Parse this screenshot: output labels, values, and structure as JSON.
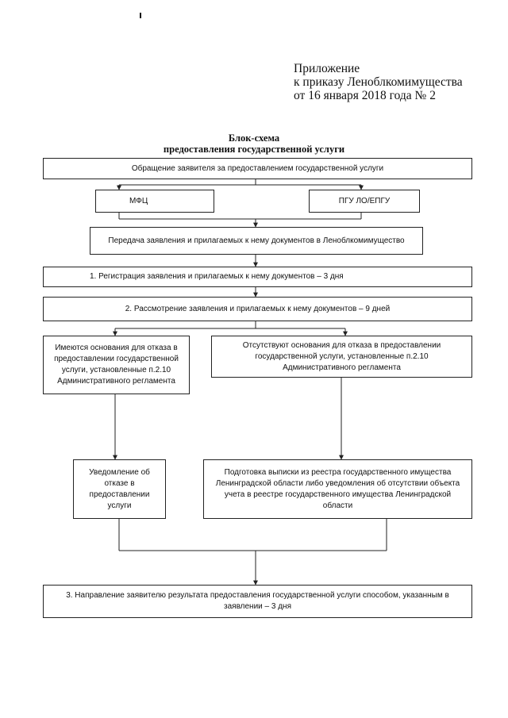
{
  "header": {
    "line1": "Приложение",
    "line2": "к приказу Леноблкомимущества",
    "line3": "от 16 января  2018 года  № 2"
  },
  "title": {
    "line1": "Блок-схема",
    "line2": "предоставления государственной услуги"
  },
  "nodes": {
    "request": "Обращение заявителя за предоставлением государственной услуги",
    "mfc": "МФЦ",
    "pgu": "ПГУ ЛО/ЕПГУ",
    "transfer": "Передача заявления и прилагаемых к нему документов в Леноблкомимущество",
    "registration": "1.   Регистрация заявления и прилагаемых к нему документов – 3 дня",
    "review": "2. Рассмотрение заявления и прилагаемых к нему документов – 9 дней",
    "grounds_refusal": "Имеются основания для отказа в предоставлении государственной услуги, установленные  п.2.10 Административного регламента",
    "no_grounds": "Отсутствуют основания для отказа в предоставлении государственной  услуги, установленные п.2.10 Административного регламента",
    "refusal_notice": "Уведомление об отказе в предоставлении услуги",
    "extract_prep": "Подготовка выписки из реестра государственного имущества Ленинградской области либо уведомления об отсутствии объекта учета в реестре государственного имущества Ленинградской области",
    "result": "3. Направление заявителю результата предоставления государственной услуги способом, указанным в заявлении – 3 дня"
  }
}
